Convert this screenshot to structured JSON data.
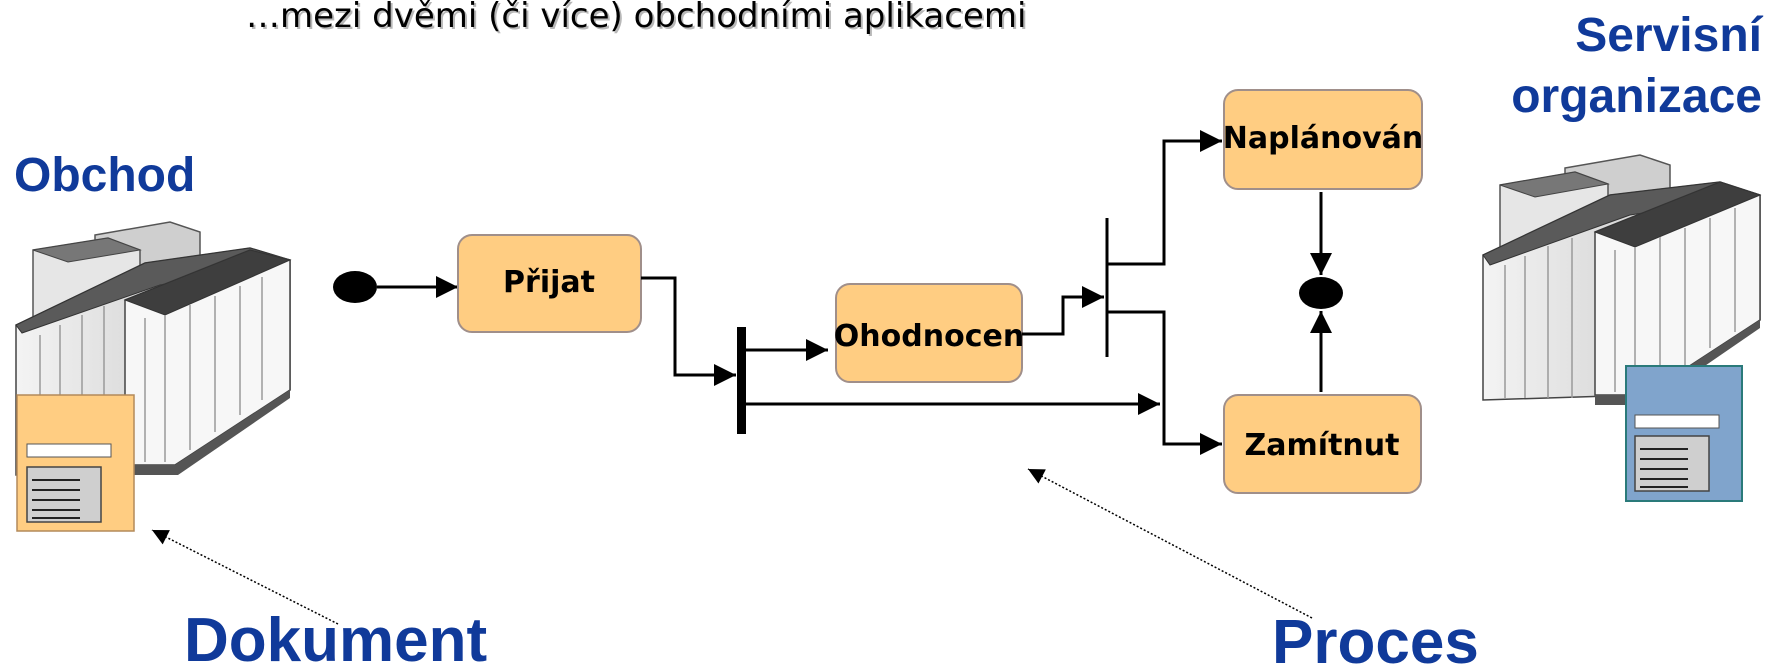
{
  "subtitle": "…mezi dvěmi (či více) obchodními aplikacemi",
  "labels": {
    "obchod": "Obchod",
    "servisni_line1": "Servisní",
    "servisni_line2": "organizace",
    "dokument": "Dokument",
    "proces": "Proces"
  },
  "states": {
    "prijat": "Přijat",
    "ohodnocen": "Ohodnocen",
    "naplanovan": "Naplánován",
    "zamitnut": "Zamítnut"
  },
  "colors": {
    "label_blue": "#103a9a",
    "state_fill": "#ffcd82",
    "doc_orange": "#ffcd82",
    "doc_blue": "#80a4cc"
  },
  "icons": {
    "left_server": "server-rack-icon",
    "right_server": "server-rack-icon",
    "left_document": "document-icon",
    "right_document": "document-icon"
  }
}
